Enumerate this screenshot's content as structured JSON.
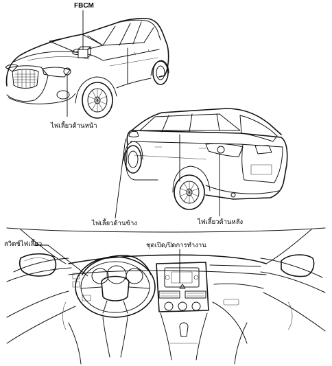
{
  "labels": {
    "fbcm": "FBCM",
    "front_turn_lamp": "ไฟเลี้ยวด้านหน้า",
    "side_turn_lamp": "ไฟเลี้ยวด้านข้าง",
    "rear_turn_lamp": "ไฟเลี้ยวด้านหลัง",
    "turn_switch": "สวิตช์ไฟเลี้ยว",
    "hazard_switch": "ชุดเปิด/ปิดการทำงาน"
  }
}
